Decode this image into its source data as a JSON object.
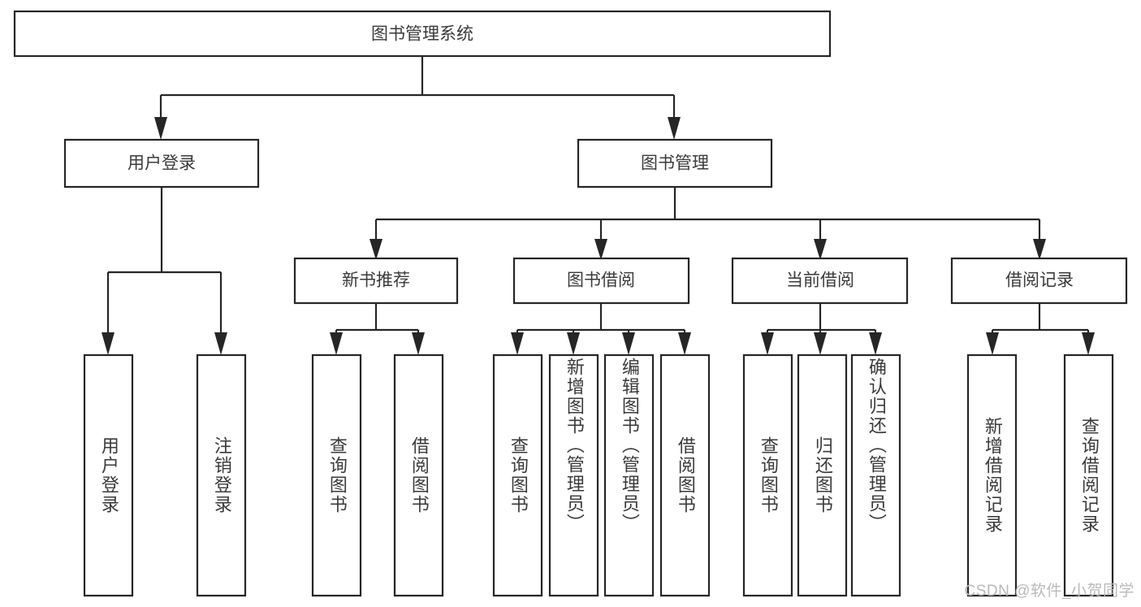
{
  "diagram": {
    "type": "tree-hierarchy",
    "title": "图书管理系统",
    "watermark": "CSDN @软件_小贺同学",
    "colors": {
      "stroke": "#262626",
      "box_fill": "#ffffff",
      "text": "#3a3a3a",
      "background": "#ffffff",
      "watermark": "#b9b9b9"
    },
    "root": {
      "label": "图书管理系统"
    },
    "level2": [
      {
        "label": "用户登录"
      },
      {
        "label": "图书管理"
      }
    ],
    "level3": [
      {
        "label": "新书推荐"
      },
      {
        "label": "图书借阅"
      },
      {
        "label": "当前借阅"
      },
      {
        "label": "借阅记录"
      }
    ],
    "leaves": {
      "user_login": [
        {
          "label": "用户登录"
        },
        {
          "label": "注销登录"
        }
      ],
      "new_book_recommend": [
        {
          "label": "查询图书"
        },
        {
          "label": "借阅图书"
        }
      ],
      "book_borrow": [
        {
          "label": "查询图书"
        },
        {
          "label": "新增图书（管理员）"
        },
        {
          "label": "编辑图书（管理员）"
        },
        {
          "label": "借阅图书"
        }
      ],
      "current_borrow": [
        {
          "label": "查询图书"
        },
        {
          "label": "归还图书"
        },
        {
          "label": "确认归还（管理员）"
        }
      ],
      "borrow_record": [
        {
          "label": "新增借阅记录"
        },
        {
          "label": "查询借阅记录"
        }
      ]
    }
  }
}
